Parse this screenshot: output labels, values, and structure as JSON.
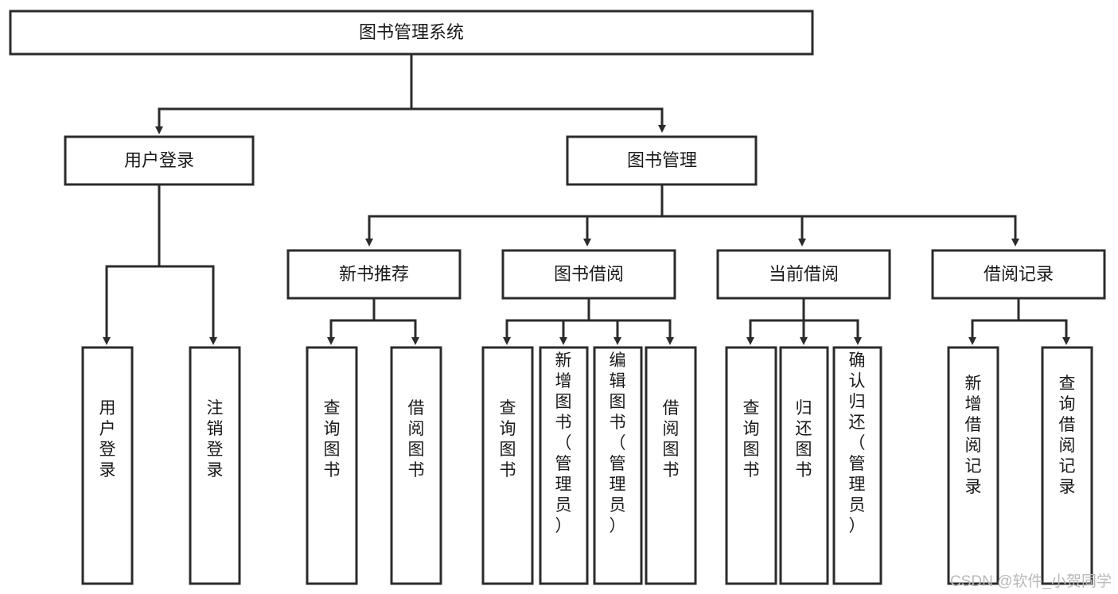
{
  "diagram": {
    "title": "图书管理系统",
    "type": "hierarchy-tree",
    "watermark": "CSDN @软件_小贺同学",
    "colors": {
      "box_stroke": "#2b2b2b",
      "box_fill": "#ffffff",
      "connector": "#2b2b2b",
      "text": "#1a1a1a",
      "watermark": "#b9b9b9",
      "background": "#ffffff"
    },
    "root": {
      "id": "root",
      "label": "图书管理系统",
      "level": 0
    },
    "level2": [
      {
        "id": "user-login",
        "label": "用户登录",
        "level": 1
      },
      {
        "id": "book-manage",
        "label": "图书管理",
        "level": 1
      }
    ],
    "level3": [
      {
        "id": "new-book-recommend",
        "label": "新书推荐",
        "level": 2,
        "parent": "book-manage"
      },
      {
        "id": "book-borrow",
        "label": "图书借阅",
        "level": 2,
        "parent": "book-manage"
      },
      {
        "id": "current-borrow",
        "label": "当前借阅",
        "level": 2,
        "parent": "book-manage"
      },
      {
        "id": "borrow-record",
        "label": "借阅记录",
        "level": 2,
        "parent": "book-manage"
      }
    ],
    "leaves": [
      {
        "id": "leaf-user-login",
        "label": "用户登录",
        "parent": "user-login"
      },
      {
        "id": "leaf-user-logout",
        "label": "注销登录",
        "parent": "user-login"
      },
      {
        "id": "leaf-query-book-1",
        "label": "查询图书",
        "parent": "new-book-recommend"
      },
      {
        "id": "leaf-borrow-book-1",
        "label": "借阅图书",
        "parent": "new-book-recommend"
      },
      {
        "id": "leaf-query-book-2",
        "label": "查询图书",
        "parent": "book-borrow"
      },
      {
        "id": "leaf-add-book",
        "label": "新增图书（管理员）",
        "parent": "book-borrow"
      },
      {
        "id": "leaf-edit-book",
        "label": "编辑图书（管理员）",
        "parent": "book-borrow"
      },
      {
        "id": "leaf-borrow-book-2",
        "label": "借阅图书",
        "parent": "book-borrow"
      },
      {
        "id": "leaf-query-book-3",
        "label": "查询图书",
        "parent": "current-borrow"
      },
      {
        "id": "leaf-return-book",
        "label": "归还图书",
        "parent": "current-borrow"
      },
      {
        "id": "leaf-confirm-return",
        "label": "确认归还（管理员）",
        "parent": "current-borrow"
      },
      {
        "id": "leaf-add-record",
        "label": "新增借阅记录",
        "parent": "borrow-record"
      },
      {
        "id": "leaf-query-record",
        "label": "查询借阅记录",
        "parent": "borrow-record"
      }
    ]
  }
}
